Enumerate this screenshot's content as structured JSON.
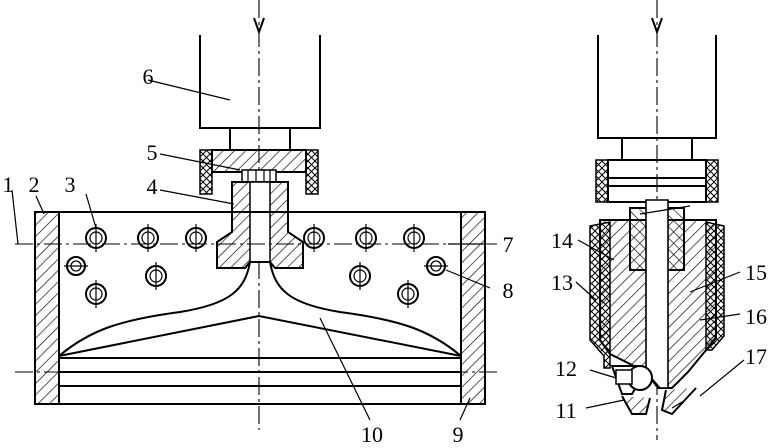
{
  "labels": {
    "l1": "1",
    "l2": "2",
    "l3": "3",
    "l4": "4",
    "l5": "5",
    "l6": "6",
    "l7": "7",
    "l8": "8",
    "l9": "9",
    "l10": "10",
    "l11": "11",
    "l12": "12",
    "l13": "13",
    "l14": "14",
    "l15": "15",
    "l16": "16",
    "l17": "17"
  },
  "colors": {
    "ink": "#000000",
    "paper": "#ffffff"
  }
}
